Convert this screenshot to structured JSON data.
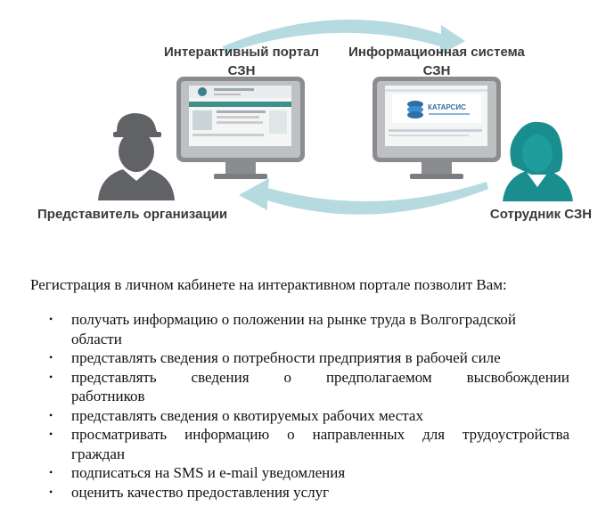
{
  "diagram": {
    "labels": {
      "portal": [
        "Интерактивный портал",
        "СЗН"
      ],
      "info_system": [
        "Информационная система",
        "СЗН"
      ],
      "representative": "Представитель организации",
      "employee": "Сотрудник СЗН"
    },
    "left_screen_logo_text": "",
    "right_screen_logo_text": "КАТАРСИС",
    "colors": {
      "arrow": "#b5dbe0",
      "person_grey": "#616265",
      "person_teal": "#1a8e8e",
      "monitor_frame": "#8b8c8f",
      "label_text": "#3a3a3a"
    },
    "icons": [
      "arrow-right-icon",
      "arrow-left-icon",
      "worker-person-icon",
      "female-employee-icon",
      "monitor-icon"
    ]
  },
  "text": {
    "intro": "Регистрация в личном кабинете на интерактивном портале позволит Вам:",
    "items": [
      [
        "получать информацию о положении на рынке труда в Волгоградской",
        "области"
      ],
      [
        "представлять сведения о потребности предприятия в рабочей силе"
      ],
      [
        "представлять сведения о предполагаемом высвобождении",
        "работников"
      ],
      [
        "представлять сведения о квотируемых рабочих местах"
      ],
      [
        "просматривать информацию о направленных для трудоустройства",
        "граждан"
      ],
      [
        "подписаться на SMS и e-mail уведомления"
      ],
      [
        "оценить качество предоставления услуг"
      ]
    ]
  }
}
